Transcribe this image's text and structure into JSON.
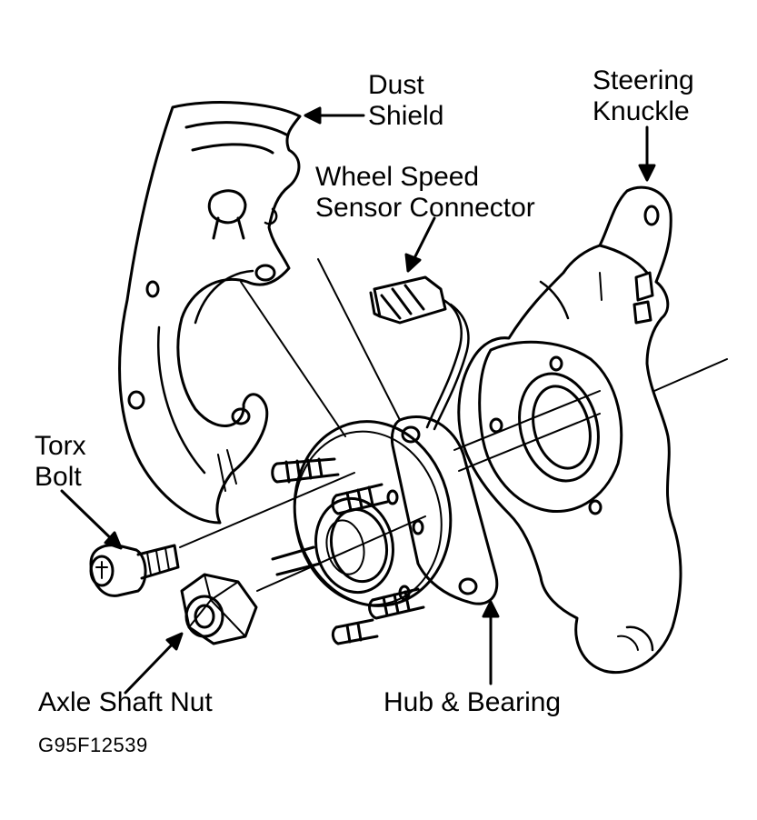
{
  "labels": {
    "dust_shield": [
      "Dust",
      "Shield"
    ],
    "steering_knuckle": [
      "Steering",
      "Knuckle"
    ],
    "wheel_speed_sensor_connector": [
      "Wheel Speed",
      "Sensor Connector"
    ],
    "torx_bolt": [
      "Torx",
      "Bolt"
    ],
    "axle_shaft_nut": "Axle Shaft Nut",
    "hub_and_bearing": "Hub & Bearing"
  },
  "figure_id": "G95F12539",
  "colors": {
    "ink": "#000000",
    "paper": "#ffffff"
  }
}
